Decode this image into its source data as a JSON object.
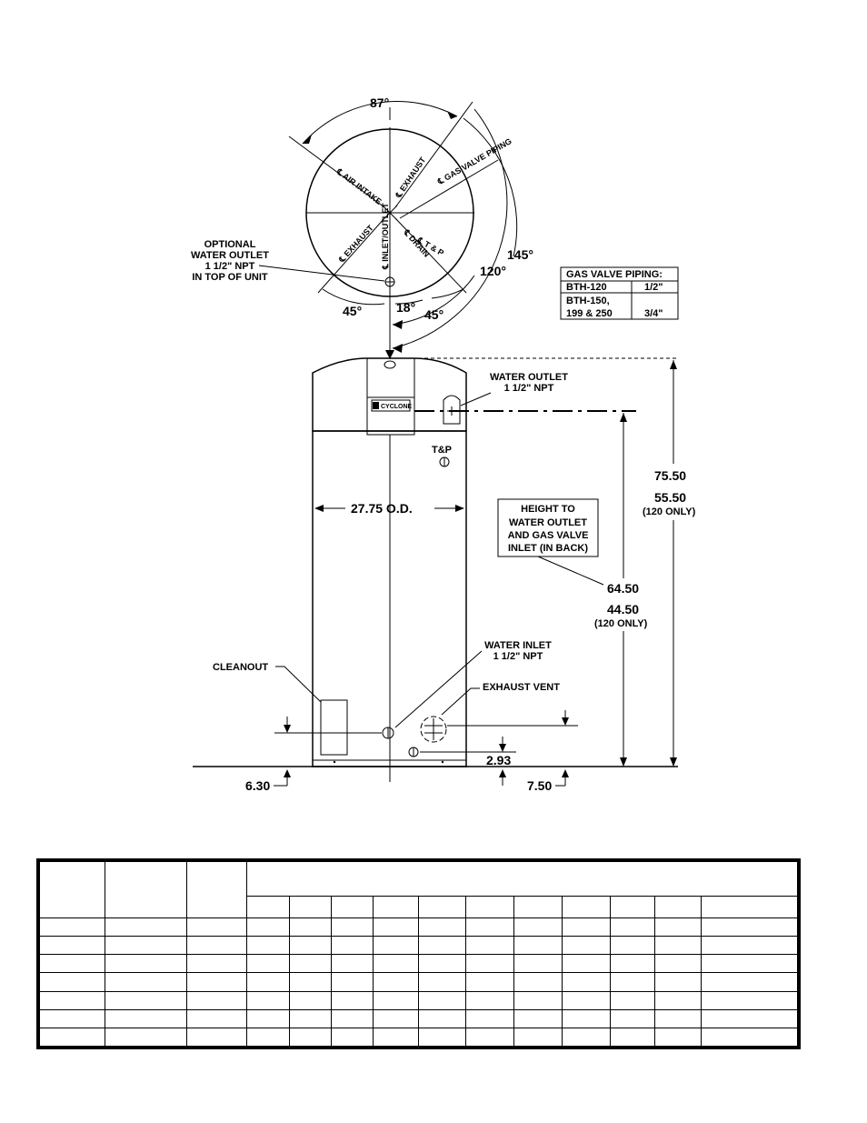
{
  "top_view": {
    "angles": {
      "top": "87°",
      "right_outer": "145°",
      "right_inner": "120°",
      "bottom_left": "45°",
      "bottom_mid": "18°",
      "bottom_right": "45°"
    },
    "radial_labels": {
      "air_intake": "℄ AIR INTAKE",
      "exhaust": "℄ EXHAUST",
      "gas_valve": "℄ GAS VALVE PIPING",
      "exhaust2": "℄ EXHAUST",
      "inlet_outlet": "℄ INLET/OUTLET",
      "drain": "℄ DRAIN",
      "tp": "℄ T & P"
    },
    "optional_outlet": [
      "OPTIONAL",
      "WATER OUTLET",
      "1 1/2\" NPT",
      "IN TOP OF UNIT"
    ]
  },
  "gas_valve_table": {
    "header": "GAS VALVE PIPING:",
    "rows": [
      {
        "model": "BTH-120",
        "size": "1/2\""
      },
      {
        "model": "BTH-150,",
        "model2": "199 & 250",
        "size": "3/4\""
      }
    ]
  },
  "front_view": {
    "brand": "CYCLONE",
    "water_outlet": [
      "WATER OUTLET",
      "1 1/2\" NPT"
    ],
    "tp": "T&P",
    "diameter": "27.75 O.D.",
    "height_note": [
      "HEIGHT TO",
      "WATER OUTLET",
      "AND GAS VALVE",
      "INLET (IN BACK)"
    ],
    "dim_total": "75.50",
    "dim_total_120": "55.50",
    "dim_total_120_note": "(120 ONLY)",
    "dim_outlet": "64.50",
    "dim_outlet_120": "44.50",
    "dim_outlet_120_note": "(120 ONLY)",
    "water_inlet": [
      "WATER INLET",
      "1 1/2\" NPT"
    ],
    "exhaust_vent": "EXHAUST VENT",
    "cleanout": "CLEANOUT",
    "dim_drain": "2.93",
    "dim_cleanout": "6.30",
    "dim_exhaust": "7.50"
  }
}
